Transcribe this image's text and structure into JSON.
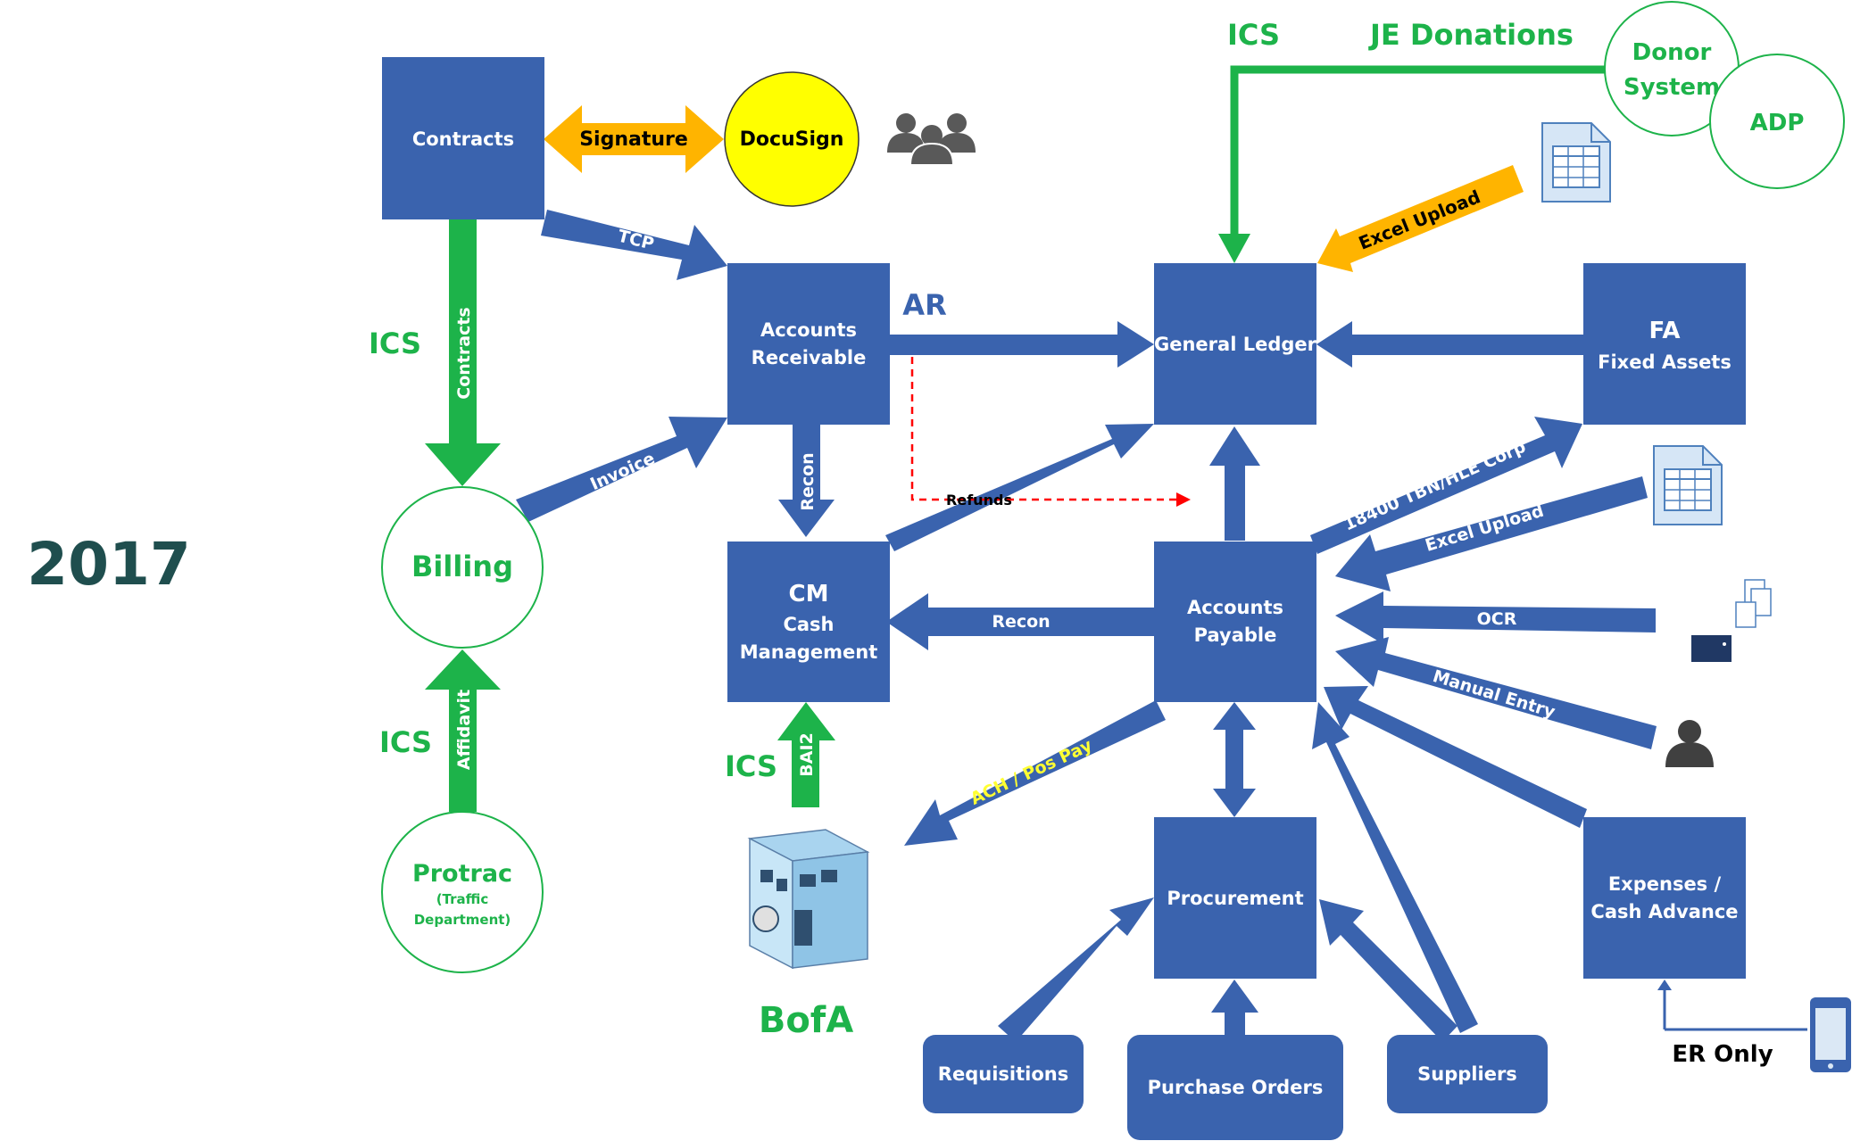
{
  "year": "2017",
  "nodes": {
    "contracts": "Contracts",
    "docusign": "DocuSign",
    "accounts_receivable": [
      "Accounts",
      "Receivable"
    ],
    "general_ledger": "General Ledger",
    "fixed_assets": [
      "FA",
      "Fixed Assets"
    ],
    "billing": "Billing",
    "protrac": [
      "Protrac",
      "(Traffic",
      "Department)"
    ],
    "cash_management": [
      "CM",
      "Cash",
      "Management"
    ],
    "accounts_payable": [
      "Accounts",
      "Payable"
    ],
    "procurement": "Procurement",
    "expenses": [
      "Expenses /",
      "Cash Advance"
    ],
    "requisitions": "Requisitions",
    "purchase_orders": "Purchase Orders",
    "suppliers": "Suppliers",
    "donor_system": [
      "Donor",
      "System"
    ],
    "adp": "ADP",
    "bofa": "BofA"
  },
  "labels": {
    "signature": "Signature",
    "tcp": "TCP",
    "contracts_flow": "Contracts",
    "invoice": "Invoice",
    "affidavit": "Affidavit",
    "ar": "AR",
    "recon_ar": "Recon",
    "refunds": "Refunds",
    "recon_ap": "Recon",
    "bai2": "BAI2",
    "ach": "ACH / Pos Pay",
    "tbn": "18400  TBN/HLE Corp",
    "excel_upload_ap": "Excel Upload",
    "excel_upload_gl": "Excel Upload",
    "ocr": "OCR",
    "manual_entry": "Manual Entry",
    "je_donations": "JE Donations",
    "er_only": "ER Only",
    "ics_contracts": "ICS",
    "ics_affidavit": "ICS",
    "ics_bai2": "ICS",
    "ics_je": "ICS"
  },
  "colors": {
    "box": "#3a63ae",
    "green": "#1db34a",
    "orange": "#ffb400",
    "yellow": "#ffff00",
    "year": "#1f4e4e"
  },
  "icons": [
    "people-group-icon",
    "spreadsheet-icon",
    "scanner-icon",
    "person-icon",
    "bank-building-icon",
    "mobile-phone-icon"
  ]
}
